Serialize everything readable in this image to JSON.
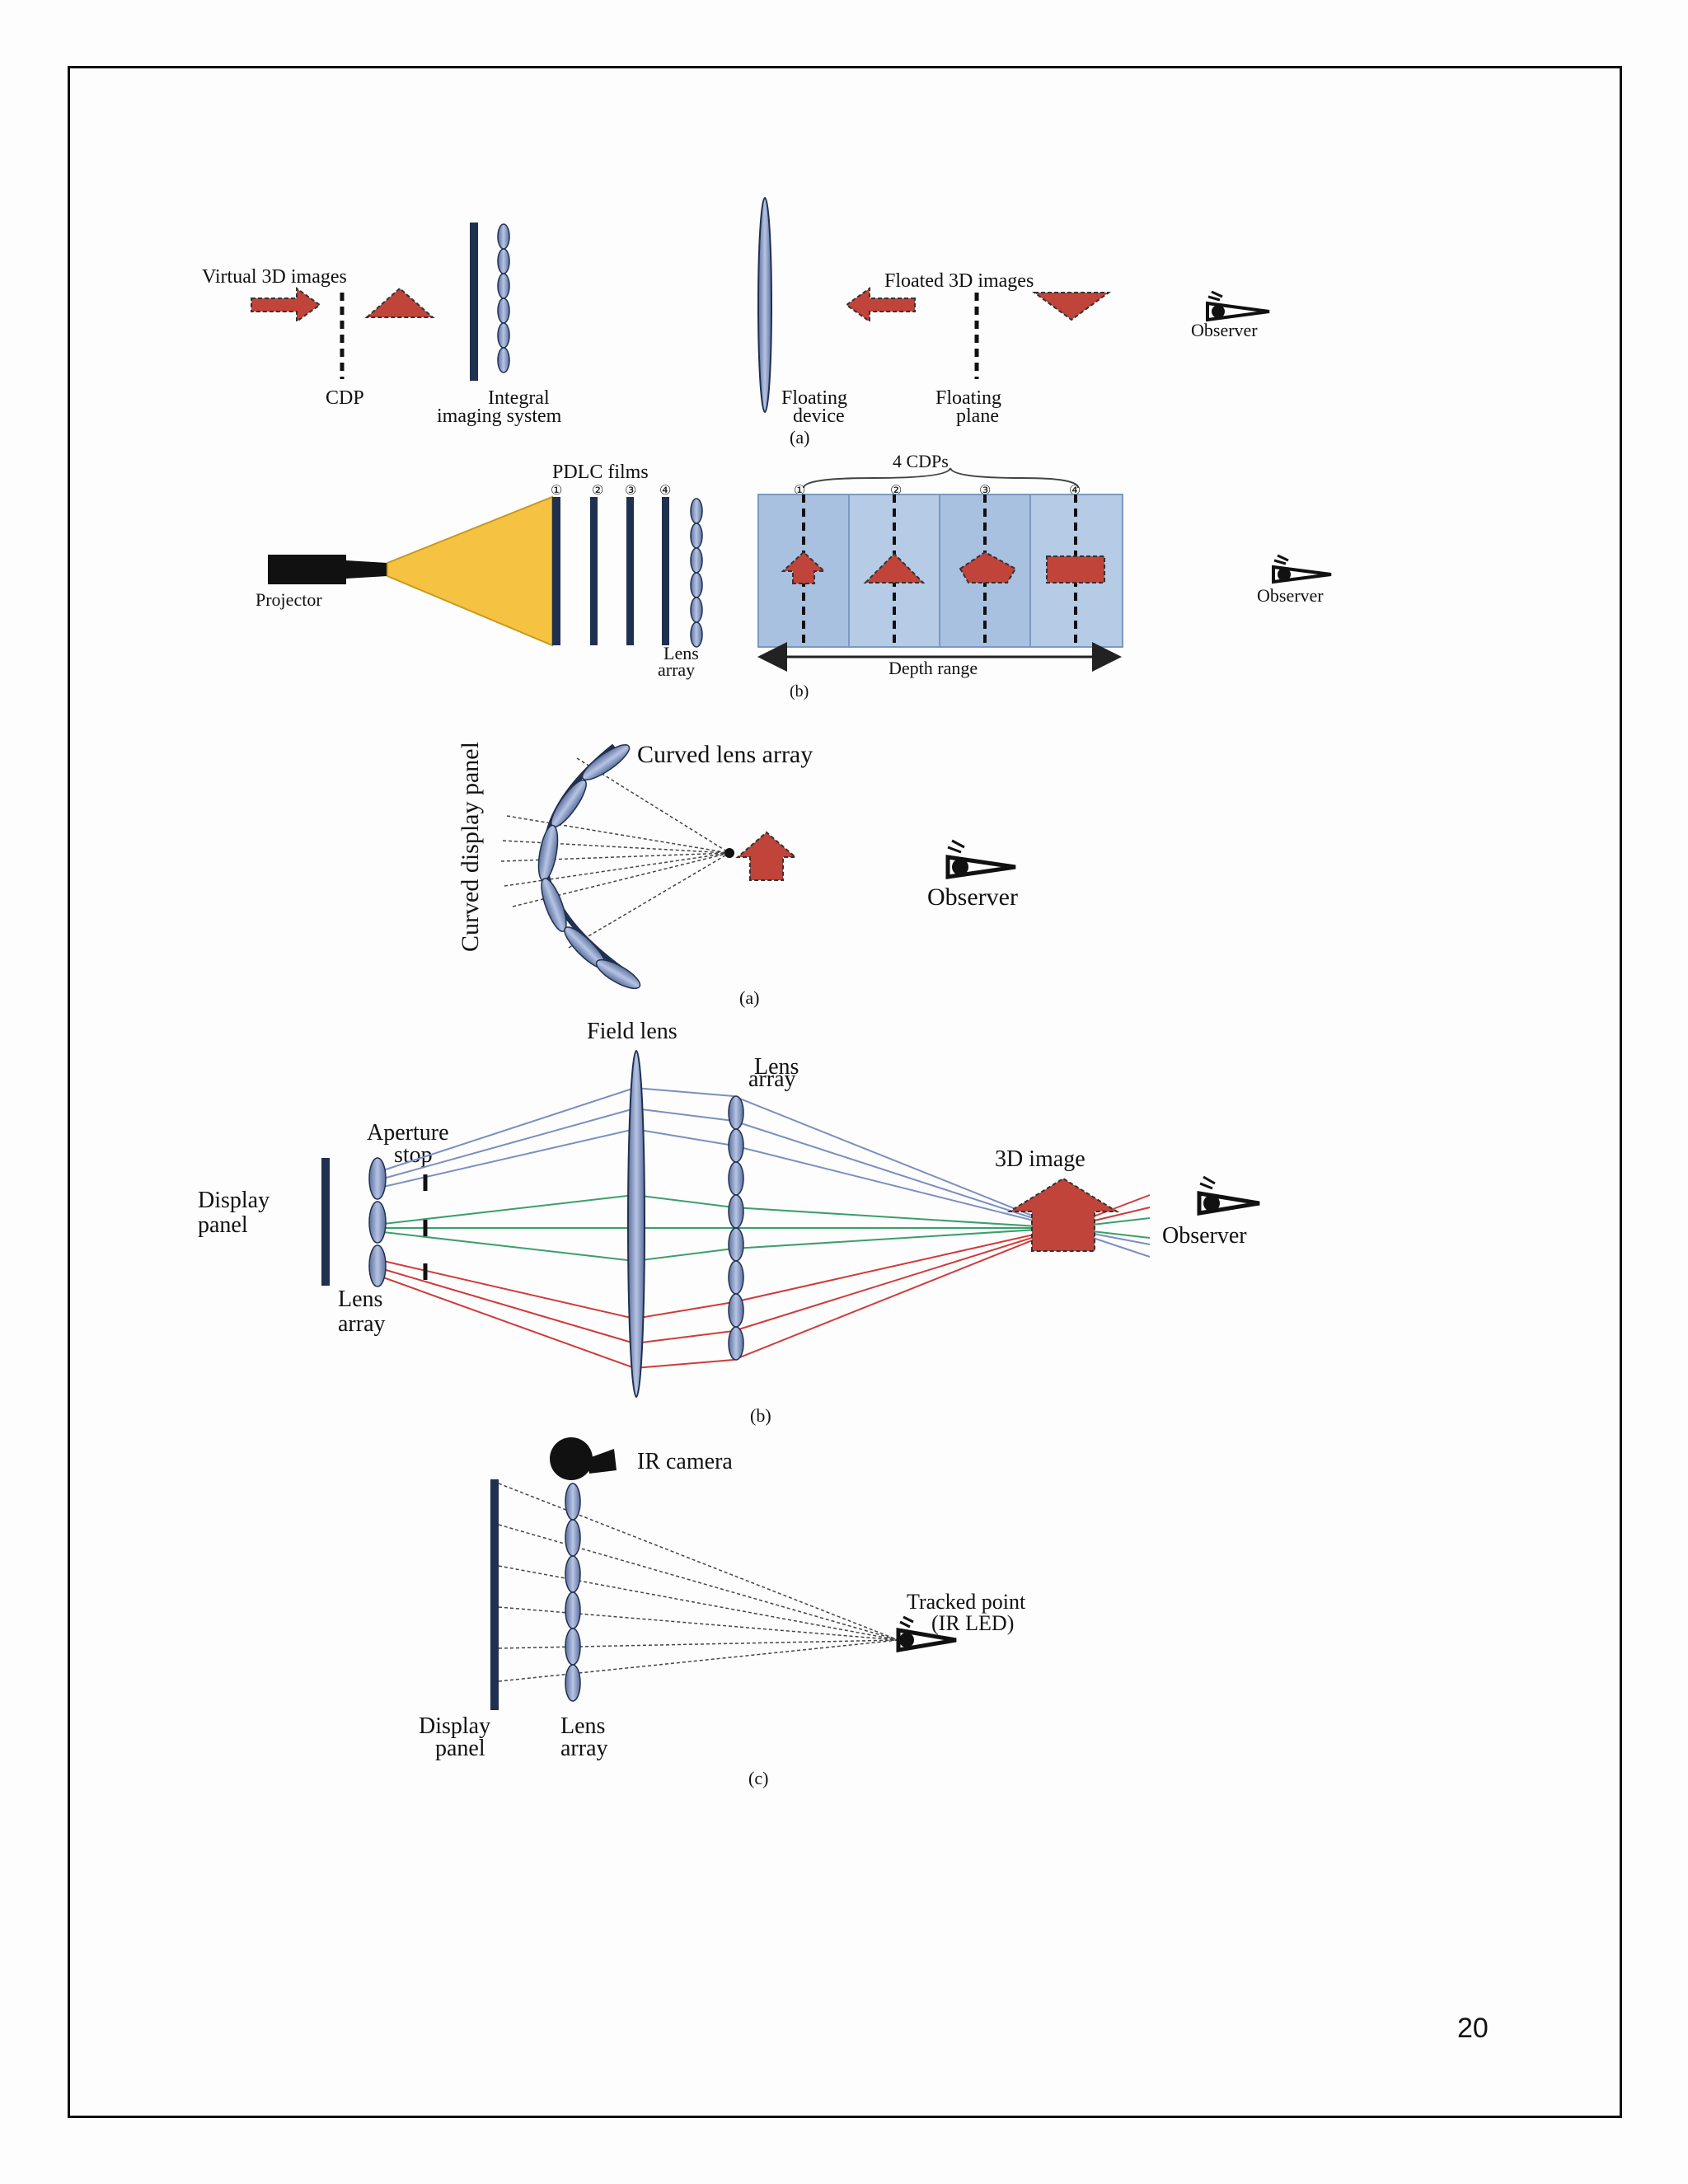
{
  "figure1": {
    "a": {
      "virtual_3d_images": "Virtual 3D images",
      "cdp": "CDP",
      "integral_line1": "Integral",
      "integral_line2": "imaging system",
      "floating_device_line1": "Floating",
      "floating_device_line2": "device",
      "floated_3d_images": "Floated 3D images",
      "floating_plane_line1": "Floating",
      "floating_plane_line2": "plane",
      "observer": "Observer",
      "caption": "(a)"
    },
    "b": {
      "pdlc_films": "PDLC films",
      "film_numbers": [
        "①",
        "②",
        "③",
        "④"
      ],
      "four_cdps": "4 CDPs",
      "cdp_numbers": [
        "①",
        "②",
        "③",
        "④"
      ],
      "projector": "Projector",
      "lens_line1": "Lens",
      "lens_line2": "array",
      "depth_range": "Depth range",
      "observer": "Observer",
      "caption": "(b)"
    }
  },
  "figure2": {
    "a": {
      "curved_lens_array": "Curved lens array",
      "curved_display_panel": "Curved display panel",
      "observer": "Observer",
      "caption": "(a)"
    },
    "b": {
      "field_lens": "Field lens",
      "lens_array_top_line1": "Lens",
      "lens_array_top_line2": "array",
      "aperture_line1": "Aperture",
      "aperture_line2": "stop",
      "display_line1": "Display",
      "display_line2": "panel",
      "lens_array_bottom_line1": "Lens",
      "lens_array_bottom_line2": "array",
      "three_d_image": "3D image",
      "observer": "Observer",
      "caption": "(b)",
      "ray_colors": {
        "blue": "#7a8fc0",
        "green": "#3aa06a",
        "red": "#d03a3a"
      }
    },
    "c": {
      "ir_camera": "IR camera",
      "tracked_line1": "Tracked point",
      "tracked_line2": "(IR LED)",
      "display_line1": "Display",
      "display_line2": "panel",
      "lens_line1": "Lens",
      "lens_line2": "array",
      "caption": "(c)"
    }
  },
  "colors": {
    "arrow_red": "#c0443a",
    "panel_navy": "#1f3050",
    "lens_blue": "#8ea2cf",
    "projector_beam": "#f6c242",
    "cdp_panel": "#a9c1e0"
  },
  "page_number": "20"
}
